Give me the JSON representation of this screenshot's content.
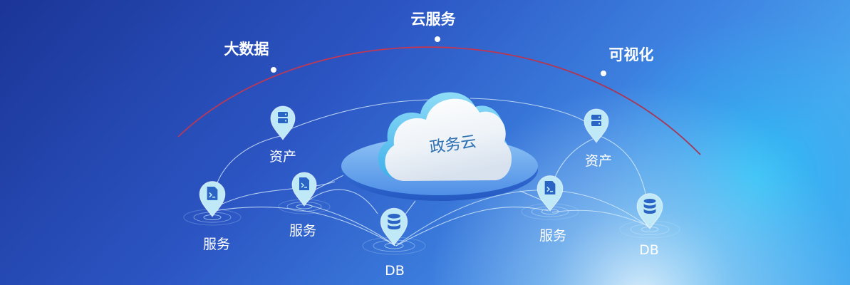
{
  "arc_labels": {
    "left": "大数据",
    "center": "云服务",
    "right": "可视化"
  },
  "center": {
    "label": "政务云"
  },
  "nodes": {
    "asset_left": {
      "label": "资产",
      "icon": "server-icon"
    },
    "service_far_left": {
      "label": "服务",
      "icon": "terminal-file-icon"
    },
    "service_left": {
      "label": "服务",
      "icon": "terminal-file-icon"
    },
    "db_center": {
      "label": "DB",
      "icon": "database-icon"
    },
    "asset_right": {
      "label": "资产",
      "icon": "server-icon"
    },
    "service_right": {
      "label": "服务",
      "icon": "terminal-file-icon"
    },
    "db_right": {
      "label": "DB",
      "icon": "database-icon"
    }
  },
  "colors": {
    "arc": "#c8364f",
    "pin": "#bfe9f7",
    "pin_icon": "#2a64c5",
    "cloud_text": "#2c6fb0",
    "label": "#ffffff"
  }
}
